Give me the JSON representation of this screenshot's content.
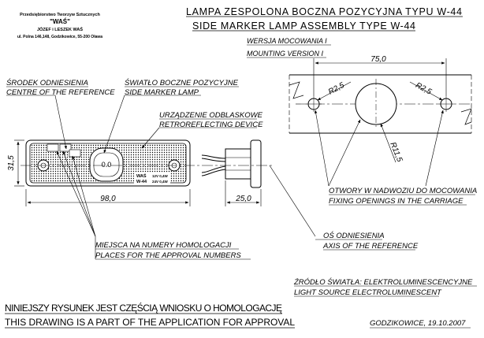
{
  "company": {
    "line1": "Przedsiębiorstwo Tworzyw Sztucznych",
    "name": "\"WAŚ\"",
    "owners": "JÓZEF i LESZEK WAŚ",
    "address": "ul. Polna 146,148, Godzikowice, 55-200 Oława"
  },
  "title": {
    "pl": "LAMPA ZESPOLONA BOCZNA POZYCYJNA TYPU W-44",
    "en": "SIDE MARKER LAMP ASSEMBLY TYPE W-44",
    "version_pl": "WERSJA MOCOWANIA I",
    "version_en": "MOUNTING VERSION I"
  },
  "callouts": {
    "ref_centre_pl": "ŚRODEK ODNIESIENIA",
    "ref_centre_en": "CENTRE OF THE REFERENCE",
    "side_lamp_pl": "ŚWIATŁO BOCZNE POZYCYJNE",
    "side_lamp_en": "SIDE MARKER LAMP",
    "retro_pl": "URZĄDZENIE ODBLASKOWE",
    "retro_en": "RETROREFLECTING DEVICE",
    "approval_pl": "MIEJSCA NA NUMERY HOMOLOGACJI",
    "approval_en": "PLACES FOR THE APPROVAL NUMBERS",
    "axis_pl": "OŚ ODNIESIENIA",
    "axis_en": "AXIS OF THE REFERENCE",
    "fixing_pl": "OTWORY W NADWOZIU DO MOCOWANIA",
    "fixing_en": "FIXING OPENINGS IN THE CARRIAGE",
    "source_pl": "ŹRÓDŁO ŚWIATŁA: ELEKTROLUMINESCENCYJNE",
    "source_en": "LIGHT SOURCE ELECTROLUMINESCENT"
  },
  "dimensions": {
    "height": "31,5",
    "width": "98,0",
    "depth": "25,0",
    "spacing": "75,0",
    "radius_left": "R2,5",
    "radius_right": "R2,5",
    "radius_hole": "R11,5"
  },
  "lamp_labels": {
    "lens": "0.0",
    "was": "WAŚ",
    "w44": "W-44",
    "volts1": "12V 0,4W",
    "volts2": "24V 0,4W"
  },
  "footer": {
    "pl": "NINIEJSZY RYSUNEK JEST CZĘŚCIĄ WNIOSKU O HOMOLOGACJĘ",
    "en": "THIS DRAWING IS A PART OF THE APPLICATION FOR APPROVAL",
    "place_date": "GODZIKOWICE, 19.10.2007"
  }
}
